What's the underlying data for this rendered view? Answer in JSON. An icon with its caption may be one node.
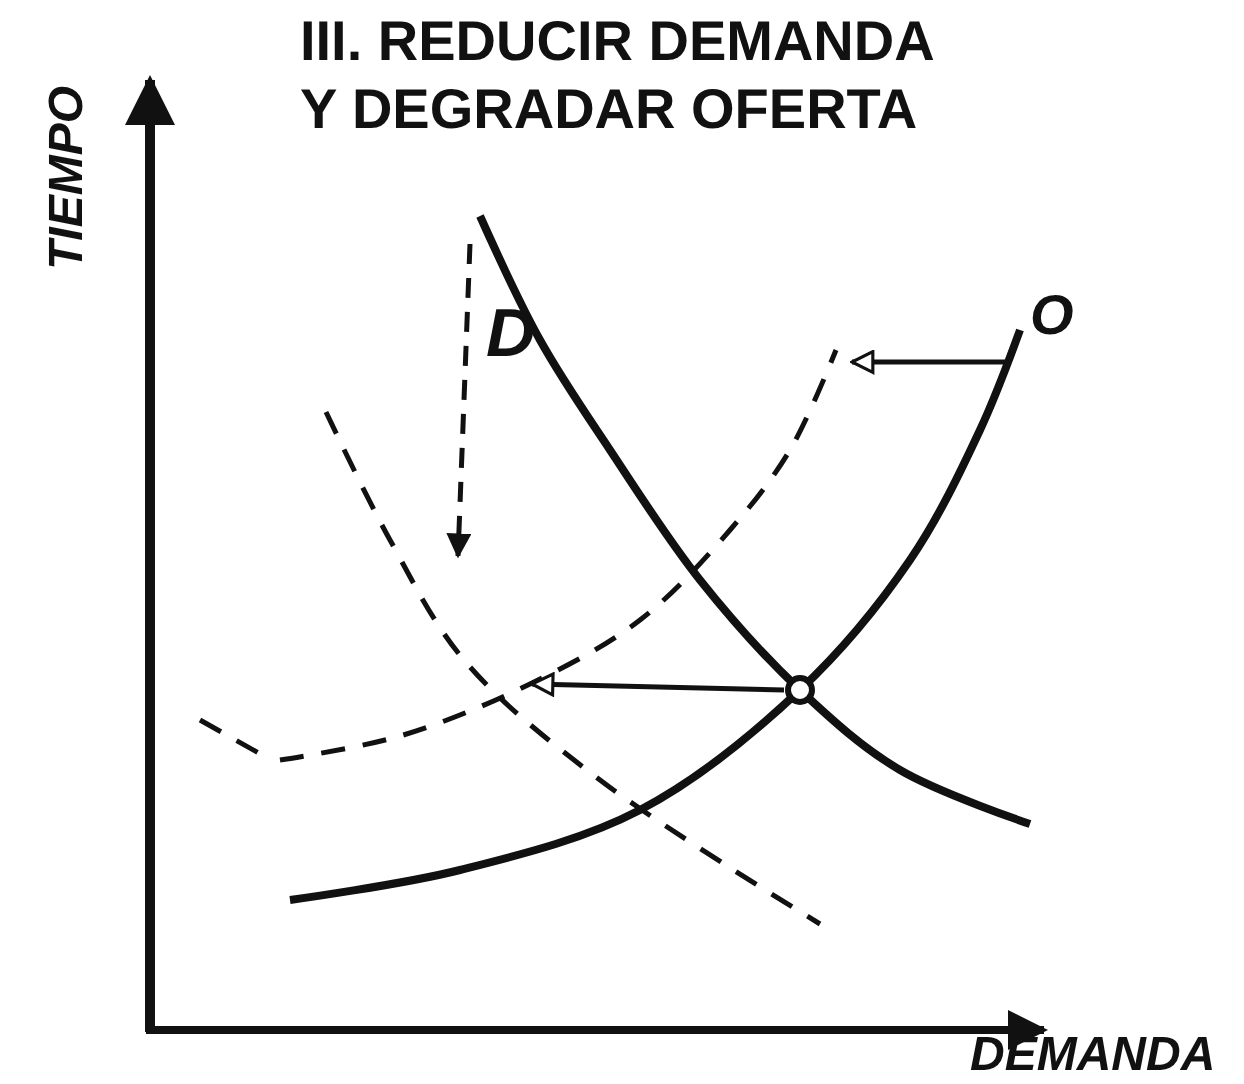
{
  "diagram": {
    "title": "III. REDUCIR DEMANDA Y DEGRADAR OFERTA",
    "labels": [
      "TIEMPO",
      "D",
      "O",
      "DEMANDA"
    ]
  }
}
